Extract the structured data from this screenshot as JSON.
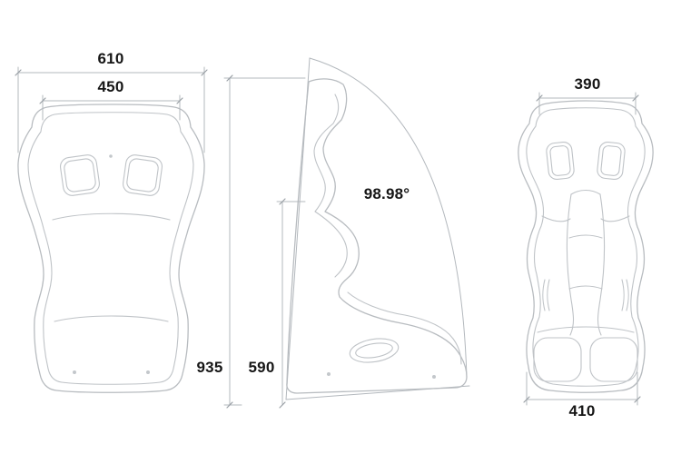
{
  "drawing": {
    "front_view": {
      "overall_width": "610",
      "upper_width": "450"
    },
    "side_view": {
      "overall_height": "935",
      "back_height": "590",
      "backrest_angle": "98.98°"
    },
    "rear_view": {
      "top_width": "390",
      "bottom_width": "410"
    }
  },
  "colors": {
    "line": "#b8bcc0",
    "text": "#161616",
    "background": "#ffffff"
  }
}
